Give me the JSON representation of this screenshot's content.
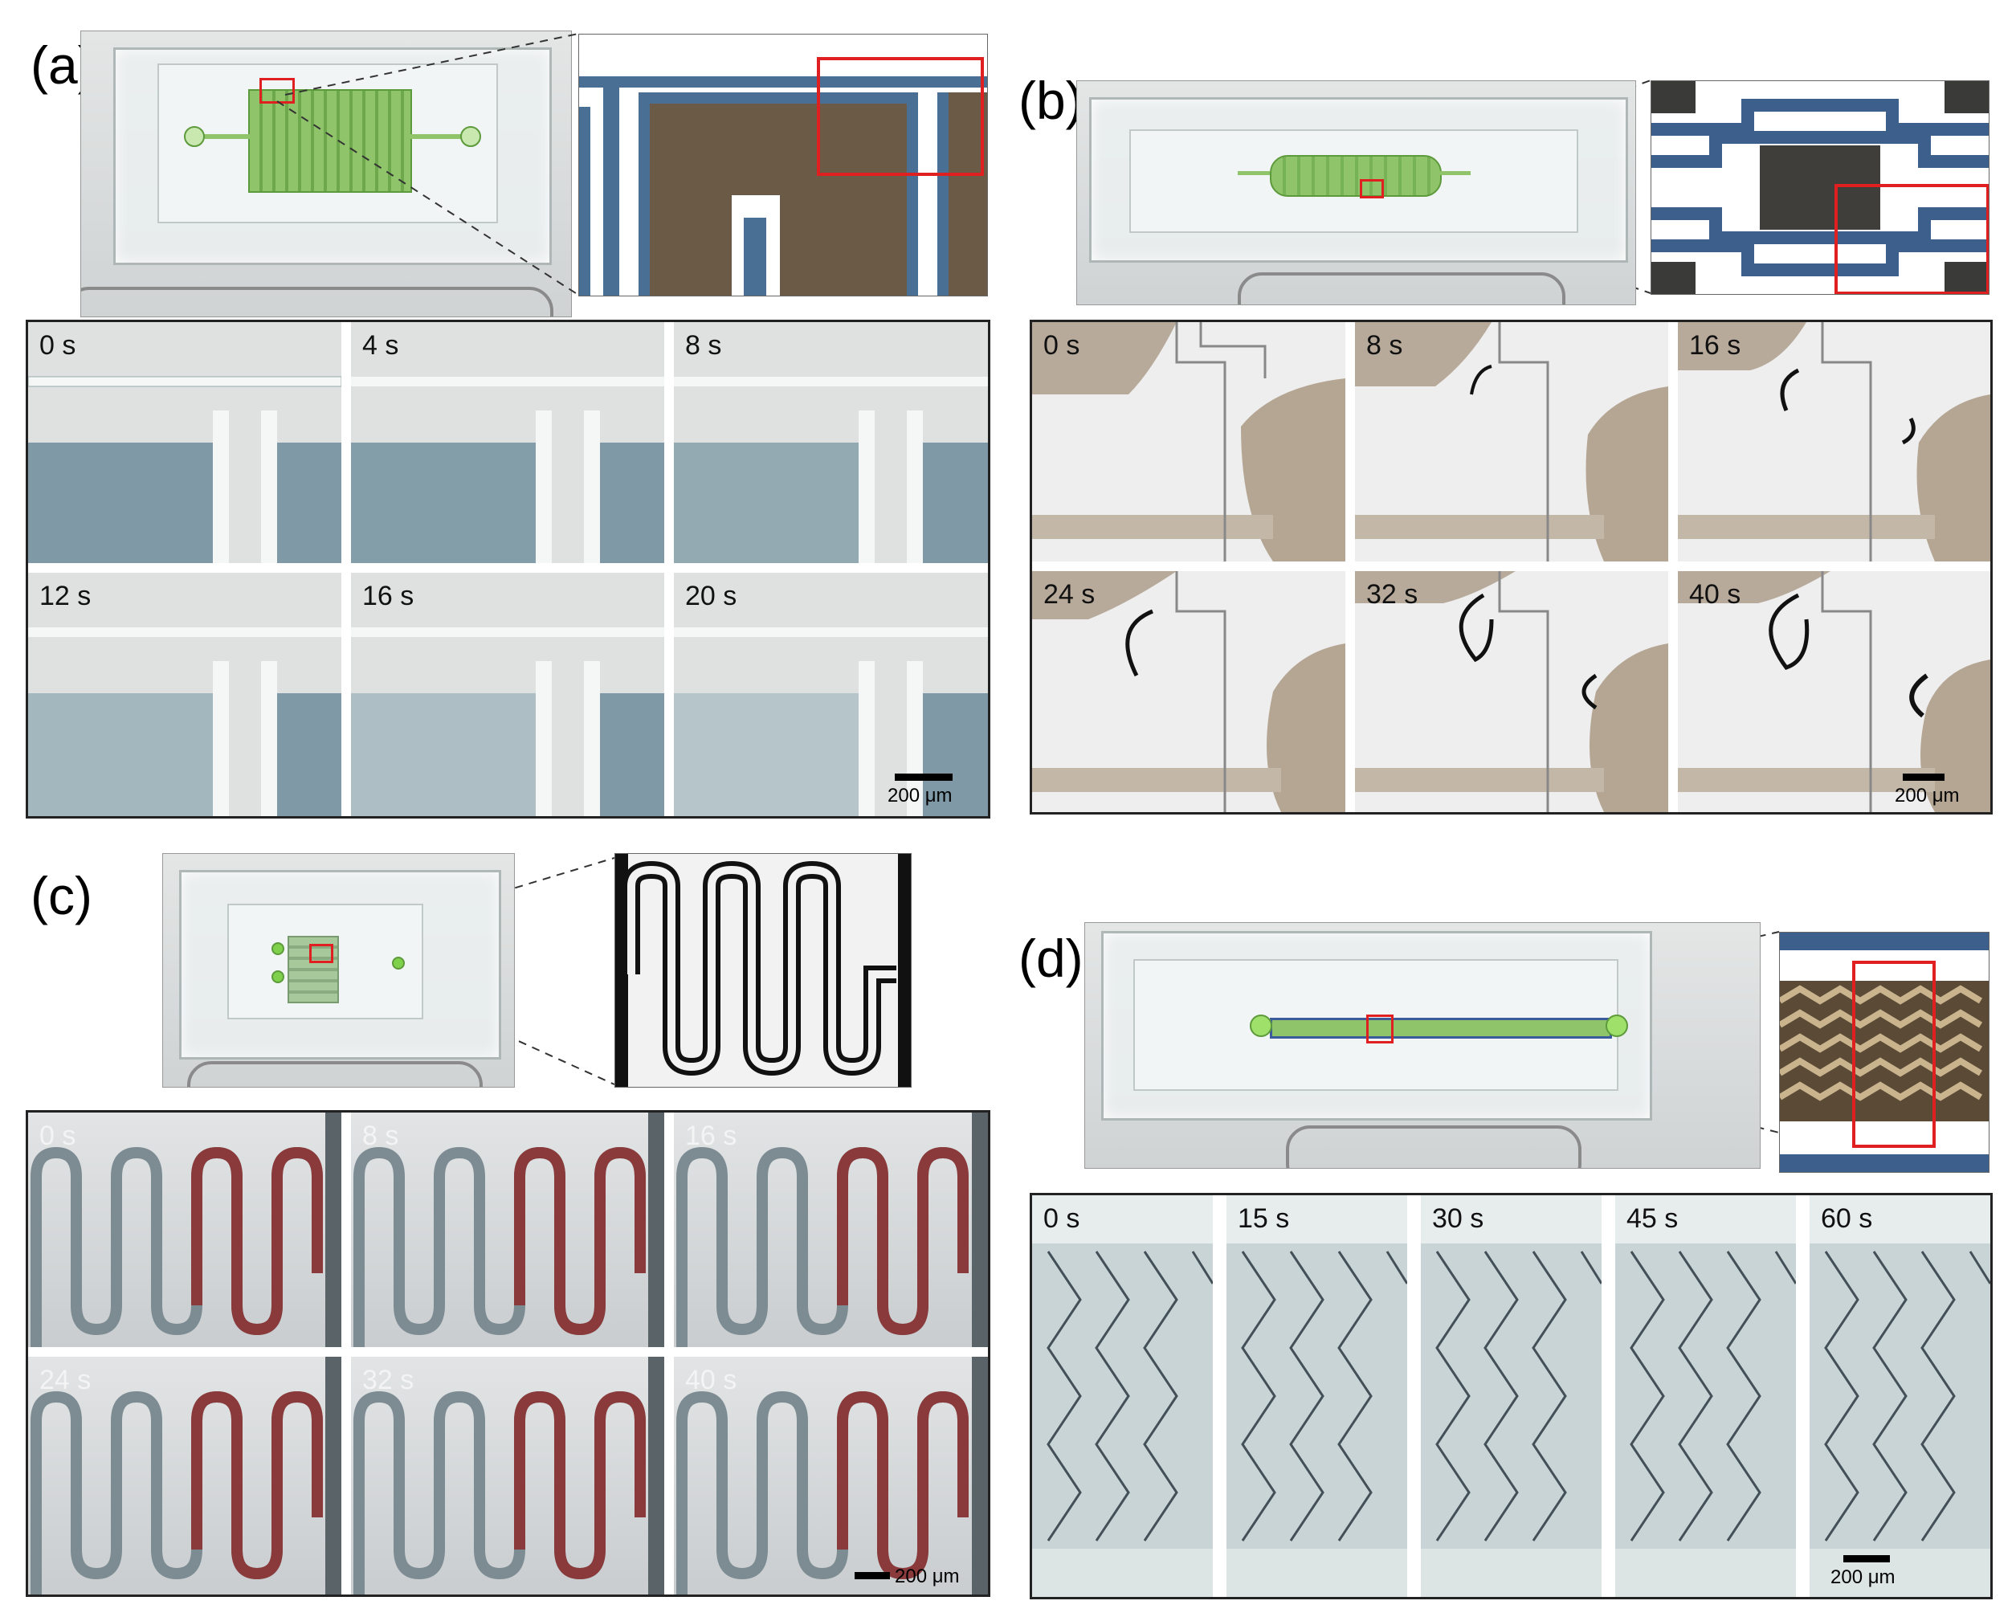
{
  "panels": {
    "a": {
      "label": "(a)",
      "times": [
        "0 s",
        "4 s",
        "8 s",
        "12 s",
        "16 s",
        "20 s"
      ],
      "scale": "200 μm"
    },
    "b": {
      "label": "(b)",
      "times": [
        "0 s",
        "8 s",
        "16 s",
        "24 s",
        "32 s",
        "40 s"
      ],
      "scale": "200 μm"
    },
    "c": {
      "label": "(c)",
      "times": [
        "0 s",
        "8 s",
        "16 s",
        "24 s",
        "32 s",
        "40 s"
      ],
      "scale": "200 μm"
    },
    "d": {
      "label": "(d)",
      "times": [
        "0 s",
        "15 s",
        "30 s",
        "45 s",
        "60 s"
      ],
      "scale": "200 μm"
    }
  },
  "colors": {
    "chip_channel_green": "#8fc46a",
    "highlight_box": "#e02020",
    "fluid_a": "#7f9aa6",
    "channel_blue": "#3d5f8c",
    "channel_red": "#8a3a3a",
    "channel_grey": "#7c8c92"
  }
}
